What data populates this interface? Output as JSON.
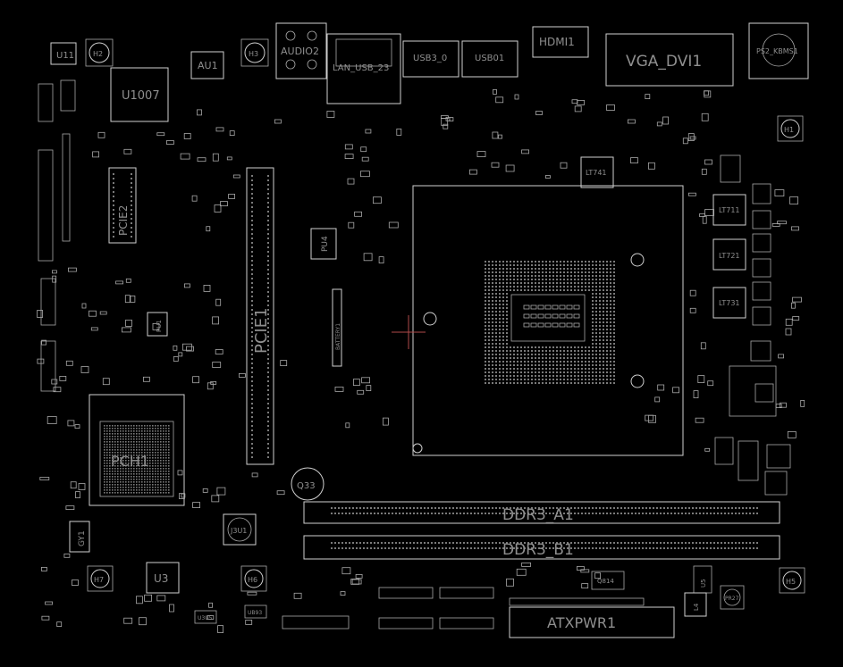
{
  "labels": {
    "u11": "U11",
    "h2": "H2",
    "u1007": "U1007",
    "au1": "AU1",
    "h3": "H3",
    "audio2": "AUDIO2",
    "lan_usb23": "LAN_USB_23",
    "usb3_0": "USB3_0",
    "usb01": "USB01",
    "hdmi1": "HDMI1",
    "vga_dvi1": "VGA_DVI1",
    "ps2_kbms1": "PS2_KBMS1",
    "h1": "H1",
    "pcie2": "PCIE2",
    "pcie1": "PCIE1",
    "pu4": "PU4",
    "battery1": "BATTERY1",
    "lt741": "LT741",
    "lt711": "LT711",
    "lt721": "LT721",
    "lt731": "LT731",
    "pu1": "PU1",
    "pch1": "PCH1",
    "q33": "Q33",
    "j3u1": "J3U1",
    "ddr3_a1": "DDR3_A1",
    "ddr3_b1": "DDR3_B1",
    "gy1": "GY1",
    "h7": "H7",
    "u3": "U3",
    "h6": "H6",
    "atxpwr1": "ATXPWR1",
    "h5": "H5",
    "u3u5": "U3U5",
    "ub93": "UB93",
    "q814": "Q814",
    "lt4": "L4",
    "pr27": "PR27",
    "u5": "U5"
  },
  "colors": {
    "background": "#000000",
    "outline": "#cfcfcf",
    "marker": "#c0392b"
  }
}
